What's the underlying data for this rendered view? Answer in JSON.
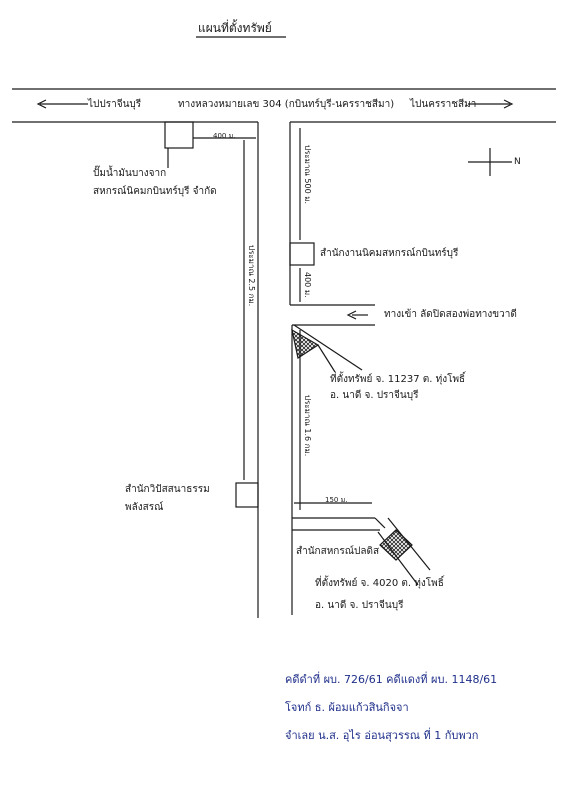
{
  "title": "แผนที่ตั้งทรัพย์",
  "highway": {
    "label": "ทางหลวงหมายเลข 304 (กบินทร์บุรี-นครราชสีมา)",
    "to_left": "ไปปราจีนบุรี",
    "to_right": "ไปนครราชสีมา"
  },
  "north_symbol": "N",
  "landmarks": {
    "gas_station_line1": "ปั๊มน้ำมันบางจาก",
    "gas_station_line2": "สหกรณ์นิคมกบินทร์บุรี จำกัด",
    "coop_office": "สำนักงานนิคมสหกรณ์กบินทร์บุรี",
    "railway": "ทางเข้า ลัดปิดสองพ่อทางขวาดี",
    "dharma_line1": "สำนักวิปัสสนาธรรม",
    "dharma_line2": "พลังสรณ์",
    "coop_office2": "สำนักสหกรณ์ปลดิส"
  },
  "distances": {
    "d400_top": "400 ม.",
    "d500": "ประมาณ 500 ม.",
    "d400_mid": "400 ม.",
    "d2_5km": "ประมาณ 2.5 กม.",
    "d1_6km": "ประมาณ 1.6 กม.",
    "d150": "150 ม."
  },
  "properties": {
    "p1_line1": "ที่ตั้งทรัพย์ จ. 11237 ต. ทุ่งโพธิ์",
    "p1_line2": "อ. นาดี จ. ปราจีนบุรี",
    "p2_line1": "ที่ตั้งทรัพย์ จ. 4020 ต. ทุ่งโพธิ์",
    "p2_line2": "อ. นาดี จ. ปราจีนบุรี"
  },
  "case": {
    "line1": "คดีดำที่ ผบ. 726/61   คดีแดงที่ ผบ. 1148/61",
    "line2": "โจทก์  ธ. ผ้อมแก้วสินกิจจา",
    "line3": "จำเลย  น.ส. อุไร  อ่อนสุวรรณ ที่ 1 กับพวก"
  }
}
